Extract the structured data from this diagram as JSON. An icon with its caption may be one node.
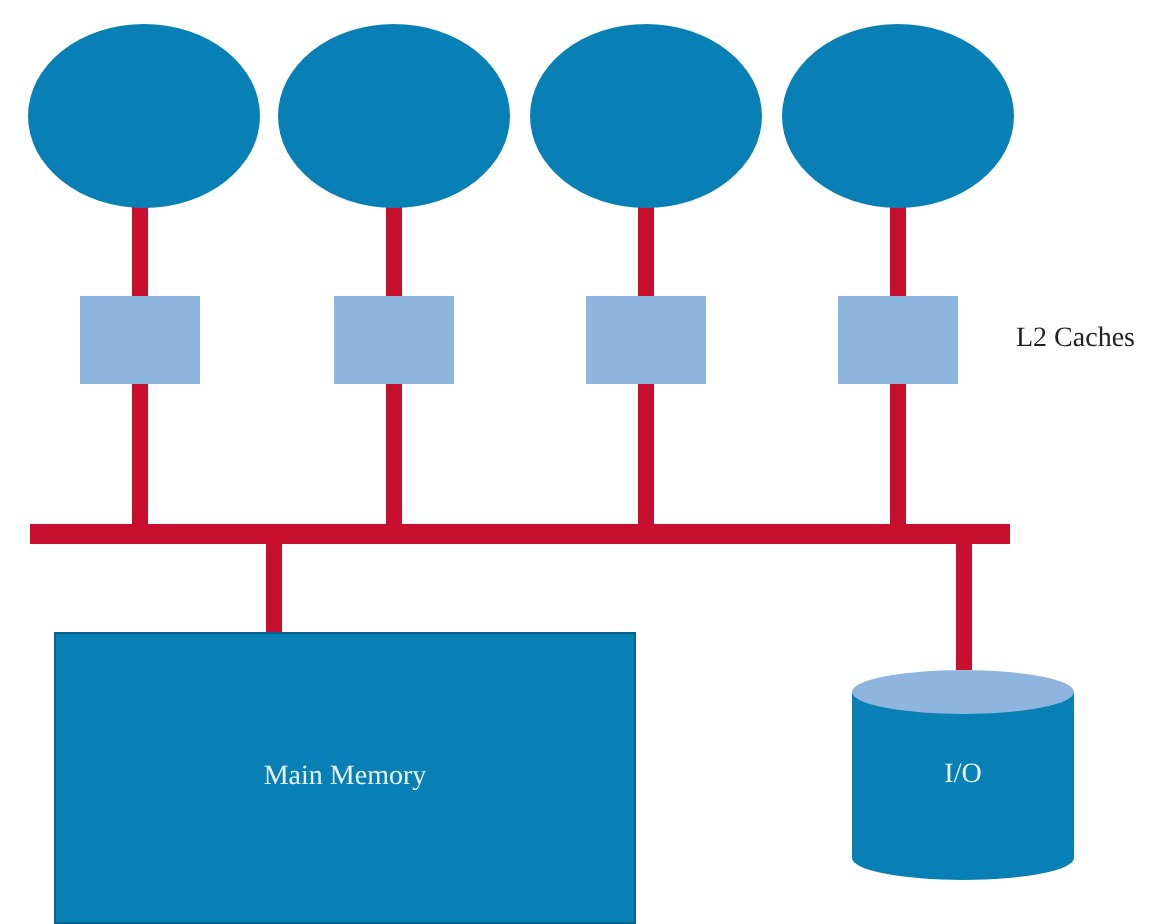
{
  "diagram": {
    "nodes": [
      {
        "text": [],
        "shape": "circle"
      },
      {
        "text": [],
        "shape": "circle"
      },
      {
        "text": [],
        "shape": "circle"
      },
      {
        "text": [],
        "shape": "circle"
      },
      {
        "text": [],
        "shape": "box"
      },
      {
        "text": [],
        "shape": "box"
      },
      {
        "text": [],
        "shape": "box"
      },
      {
        "text": [],
        "shape": "box"
      },
      {
        "text": [],
        "shape": "bar"
      },
      {
        "text": [
          "Main Memory"
        ]
      },
      {
        "text": [
          "I/O"
        ]
      }
    ],
    "edges": [
      {
        "from": 0,
        "to": 4,
        "arrow": "none"
      },
      {
        "from": 1,
        "to": 5,
        "arrow": "none"
      },
      {
        "from": 2,
        "to": 6,
        "arrow": "none"
      },
      {
        "from": 3,
        "to": 7,
        "arrow": "none"
      },
      {
        "from": 4,
        "to": 8,
        "arrow": "none"
      },
      {
        "from": 5,
        "to": 8,
        "arrow": "none"
      },
      {
        "from": 6,
        "to": 8,
        "arrow": "none"
      },
      {
        "from": 7,
        "to": 8,
        "arrow": "none"
      },
      {
        "from": 8,
        "to": 9,
        "arrow": "none"
      },
      {
        "from": 8,
        "to": 10,
        "arrow": "none"
      }
    ],
    "labels": [
      "L2 Caches"
    ]
  }
}
